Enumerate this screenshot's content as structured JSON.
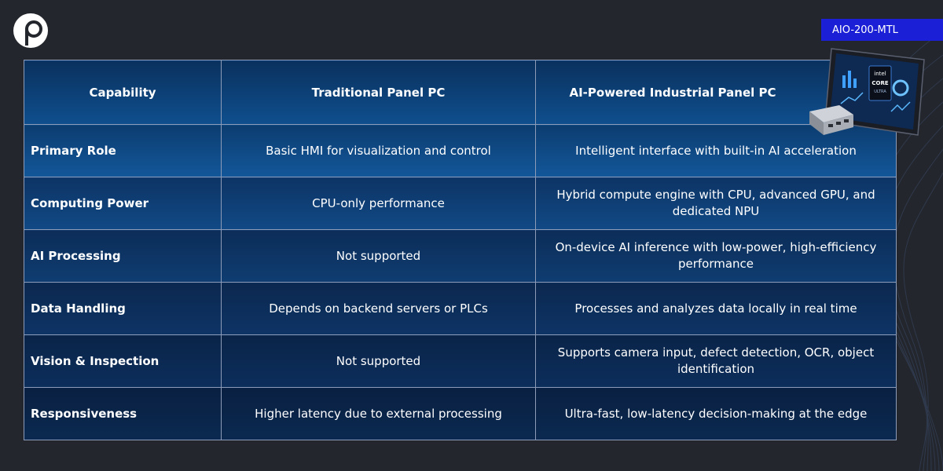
{
  "colors": {
    "background": "#23262c",
    "accent": "#1b1fd6",
    "table_header": "#0f4f8e"
  },
  "brand": {
    "logo_icon": "p-logo-icon"
  },
  "product_tag": "AIO-200-MTL",
  "product_image": {
    "icon": "panel-pc-icon",
    "badge_brand": "intel",
    "badge_line1": "CORE",
    "badge_line2": "ULTRA"
  },
  "table": {
    "headers": [
      "Capability",
      "Traditional Panel PC",
      "AI-Powered Industrial Panel PC"
    ],
    "rows": [
      [
        "Primary Role",
        "Basic HMI for visualization and control",
        "Intelligent interface with built-in AI acceleration"
      ],
      [
        "Computing Power",
        "CPU-only performance",
        "Hybrid compute engine with CPU, advanced GPU, and dedicated NPU"
      ],
      [
        "AI Processing",
        "Not supported",
        "On-device AI inference with low-power, high-efficiency performance"
      ],
      [
        "Data Handling",
        "Depends on backend servers or PLCs",
        "Processes and analyzes data locally in real time"
      ],
      [
        "Vision & Inspection",
        "Not supported",
        "Supports camera input, defect detection, OCR, object identification"
      ],
      [
        "Responsiveness",
        "Higher latency due to external processing",
        "Ultra-fast, low-latency decision-making at the edge"
      ]
    ]
  }
}
